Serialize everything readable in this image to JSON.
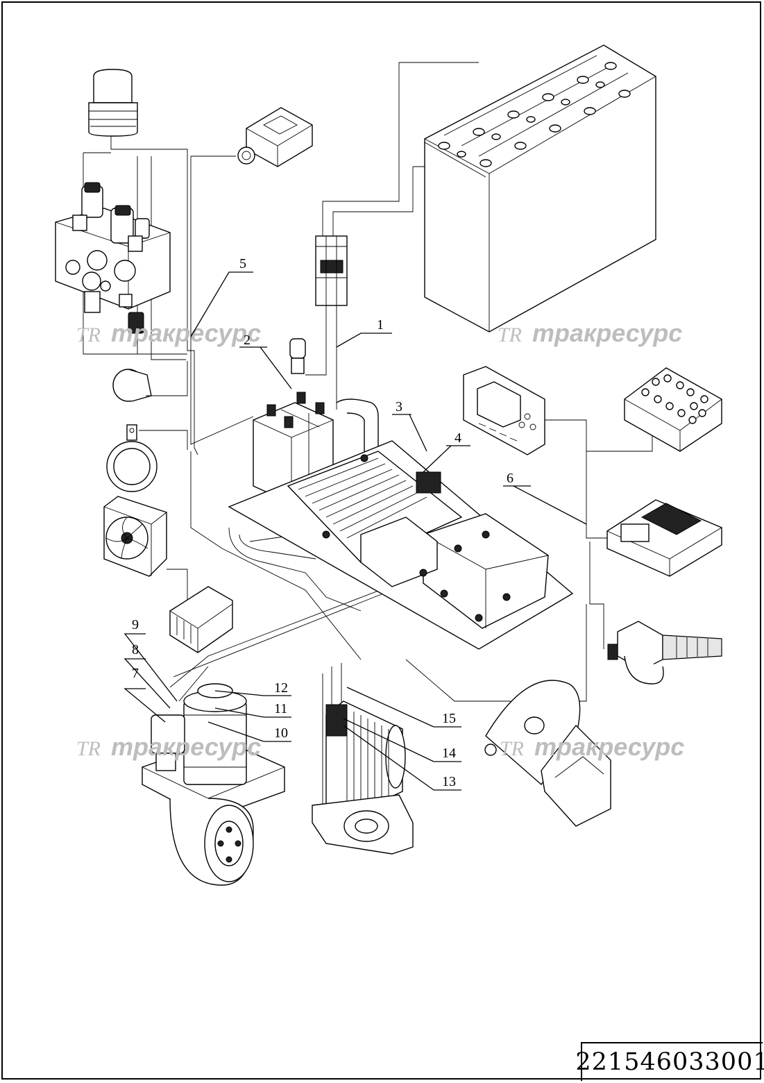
{
  "drawing": {
    "part_number": "221546033001",
    "callouts": [
      "1",
      "2",
      "3",
      "4",
      "5",
      "6",
      "7",
      "8",
      "9",
      "10",
      "11",
      "12",
      "13",
      "14",
      "15"
    ],
    "watermark": {
      "logo": "TR",
      "text": "тракресурс"
    }
  }
}
